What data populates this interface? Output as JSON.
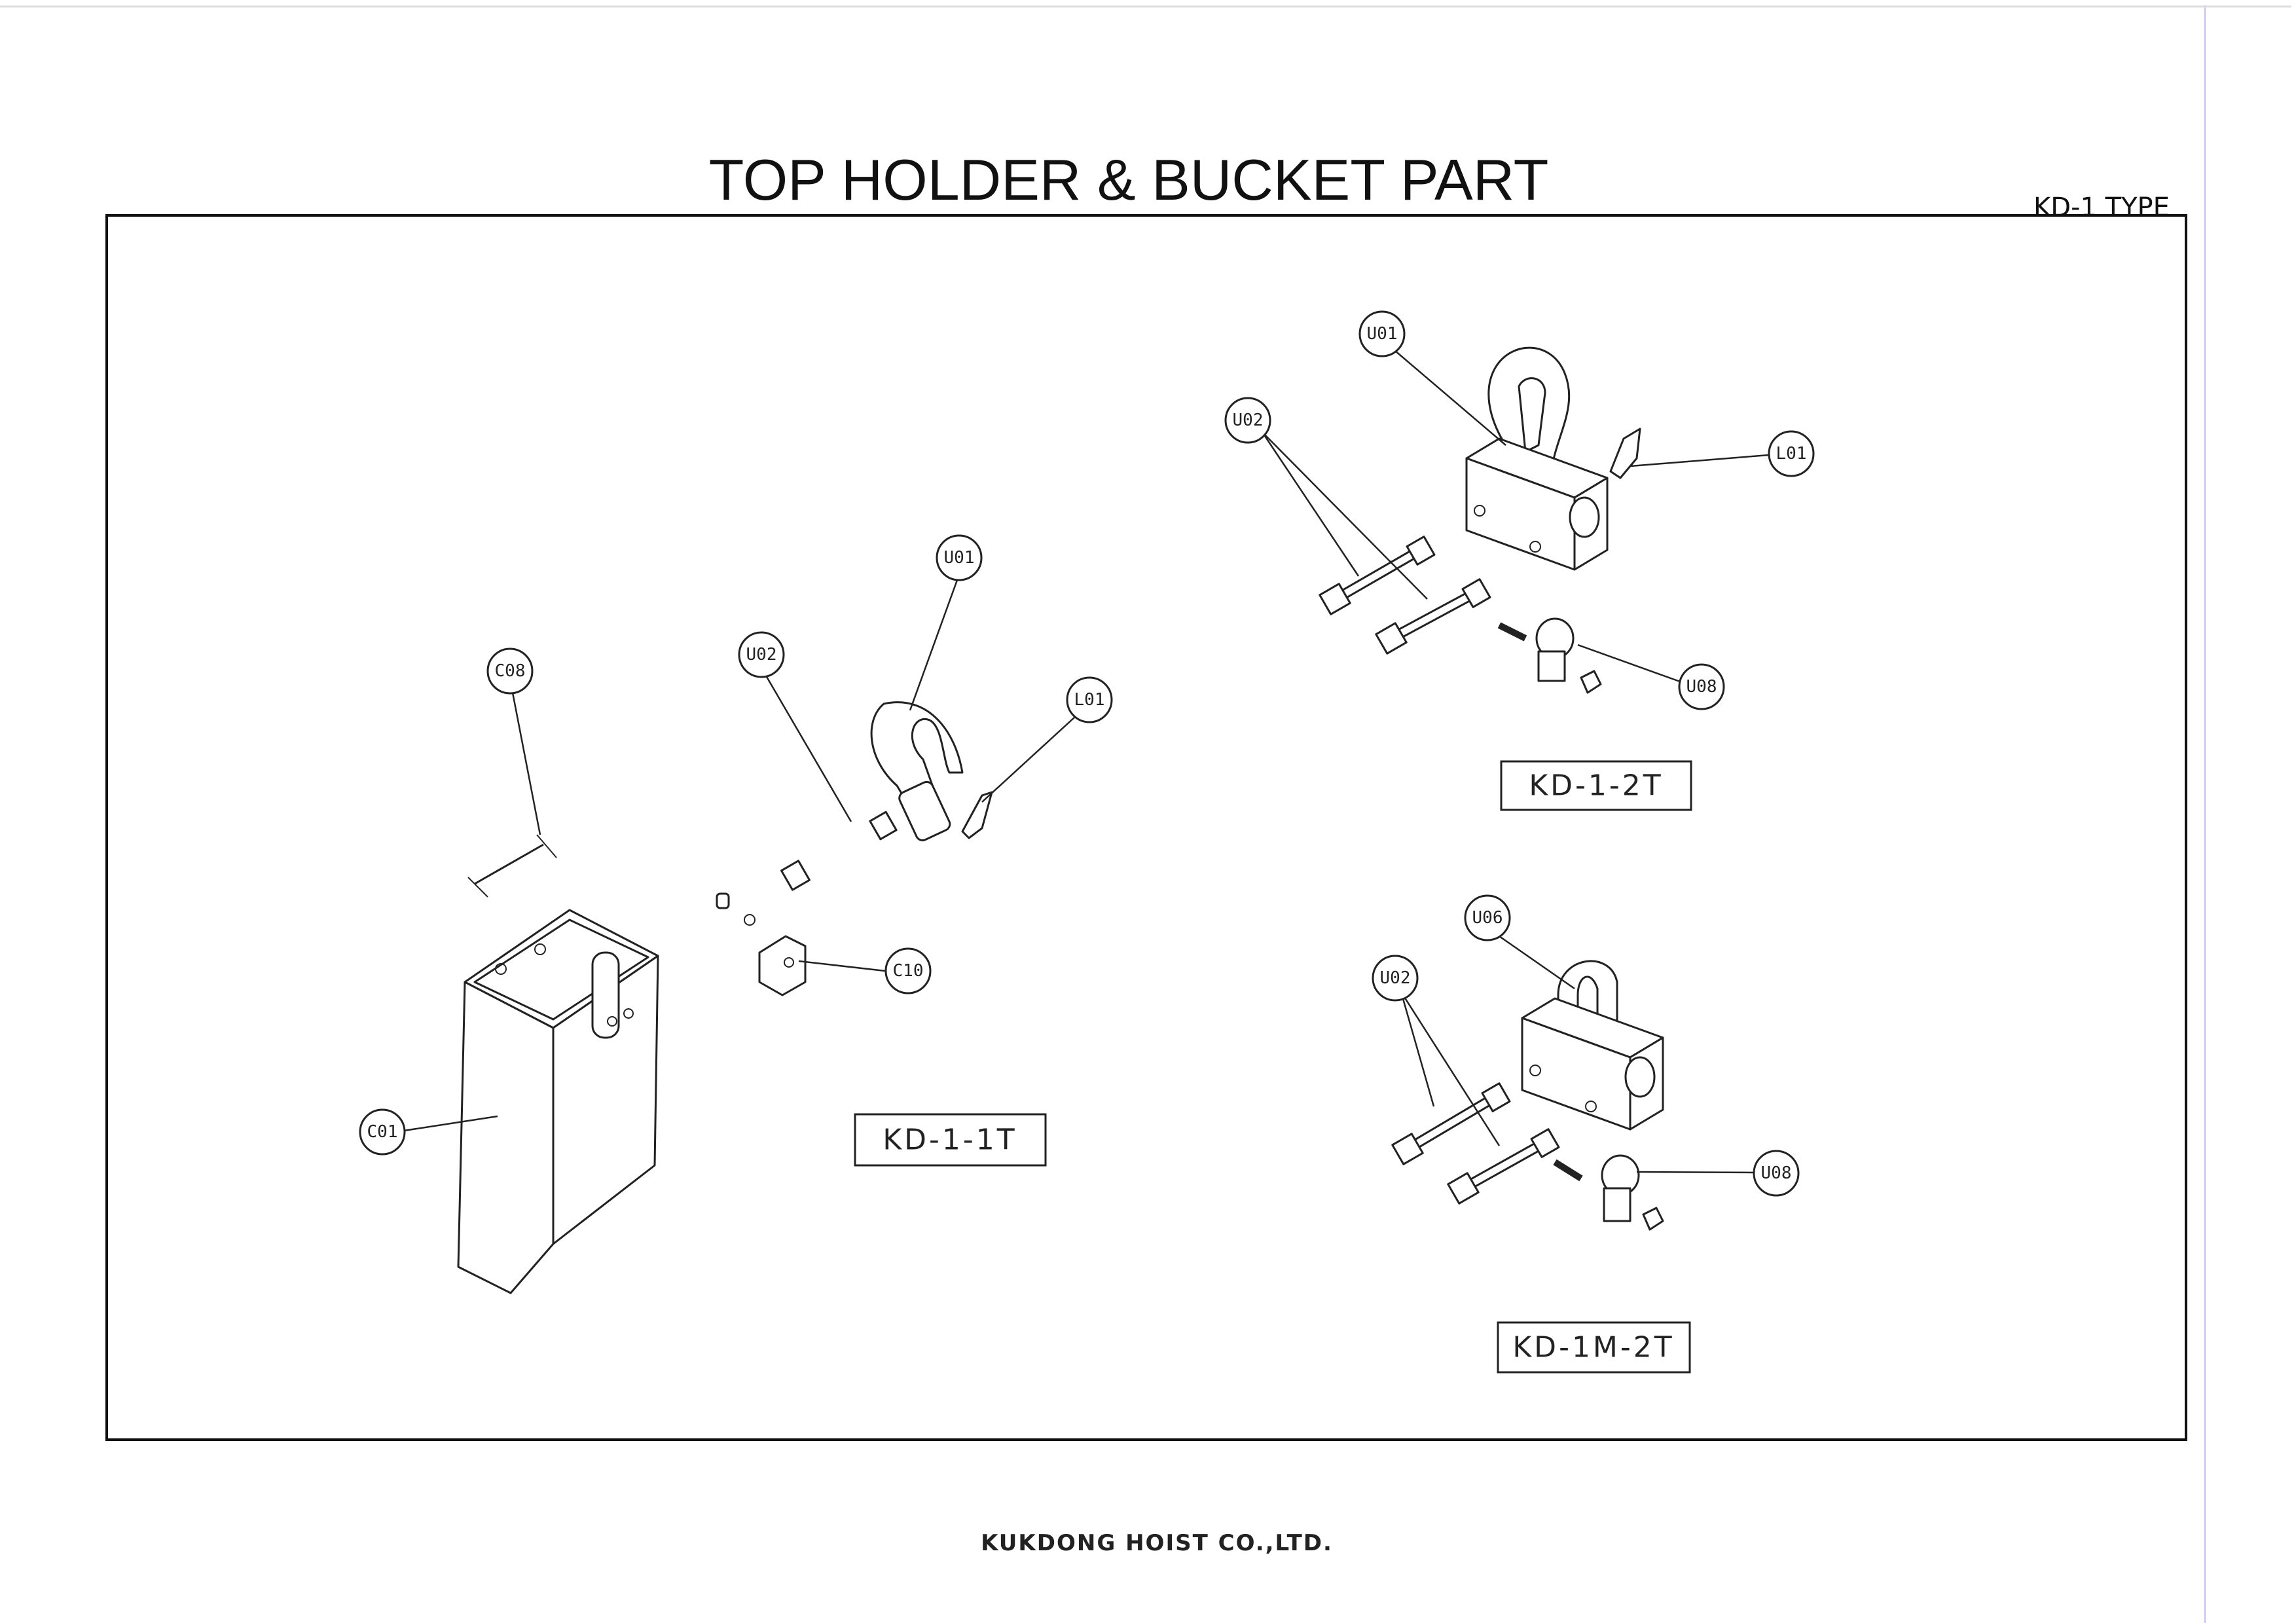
{
  "header": {
    "title": "TOP HOLDER & BUCKET PART",
    "type_label": "KD-1 TYPE"
  },
  "footer": {
    "company": "KUKDONG HOIST CO.,LTD."
  },
  "models": [
    {
      "label": "KD-1-1T"
    },
    {
      "label": "KD-1-2T"
    },
    {
      "label": "KD-1M-2T"
    }
  ],
  "callouts": {
    "kd_1_1t": [
      "C08",
      "U02",
      "U01",
      "L01",
      "C10",
      "C01"
    ],
    "kd_1_2t": [
      "U01",
      "U02",
      "L01",
      "U08"
    ],
    "kd_1m_2t": [
      "U06",
      "U02",
      "U08"
    ]
  }
}
